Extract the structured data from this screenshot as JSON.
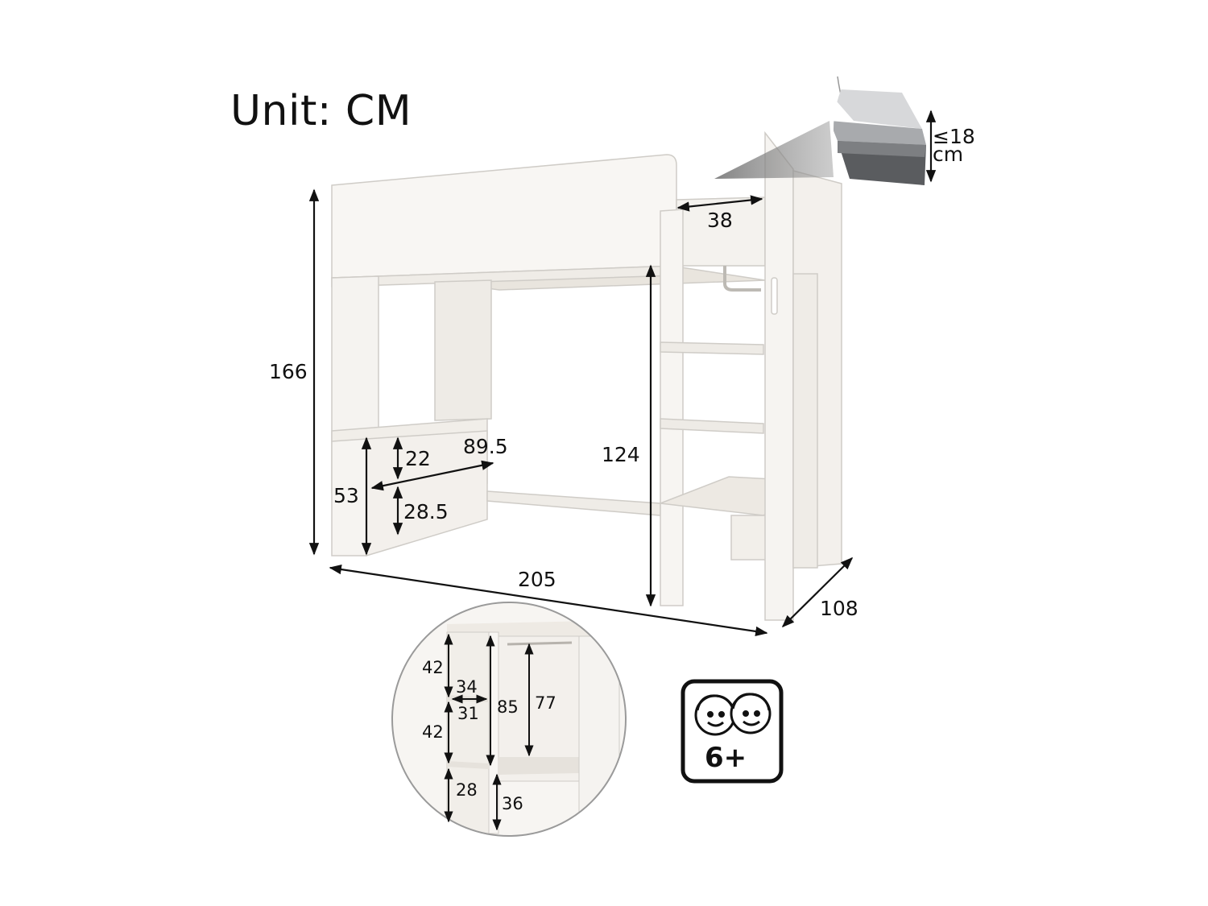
{
  "title": "Unit: CM",
  "dimensions": {
    "height": "166",
    "width": "205",
    "depth": "108",
    "under_bed_height": "124",
    "guard_width": "38",
    "desk_height": "53",
    "desk_upper": "22",
    "desk_lower": "28.5",
    "desk_width": "89.5"
  },
  "mattress": {
    "max_label": "≤18",
    "unit_label": "cm"
  },
  "wardrobe_detail": {
    "shelf_upper": "42",
    "shelf_depth": "34",
    "shelf_inner": "31",
    "shelf_middle": "42",
    "column_height": "85",
    "hanging_height": "77",
    "bottom_left": "28",
    "bottom_right": "36"
  },
  "age_badge": {
    "label": "6+"
  },
  "colors": {
    "furniture": "#f6f4f1",
    "outline": "#c9c6c1",
    "text": "#111111"
  }
}
